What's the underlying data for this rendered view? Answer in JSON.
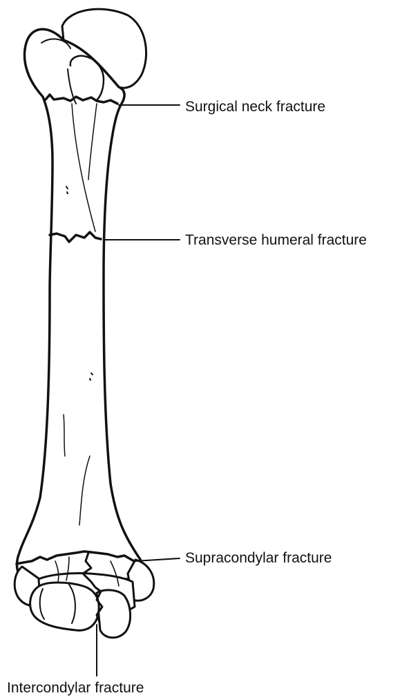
{
  "diagram": {
    "labels": {
      "surgical_neck": "Surgical neck fracture",
      "transverse": "Transverse humeral fracture",
      "supracondylar": "Supracondylar fracture",
      "intercondylar": "Intercondylar fracture"
    },
    "colors": {
      "outline": "#111111",
      "fill": "#ffffff"
    }
  }
}
